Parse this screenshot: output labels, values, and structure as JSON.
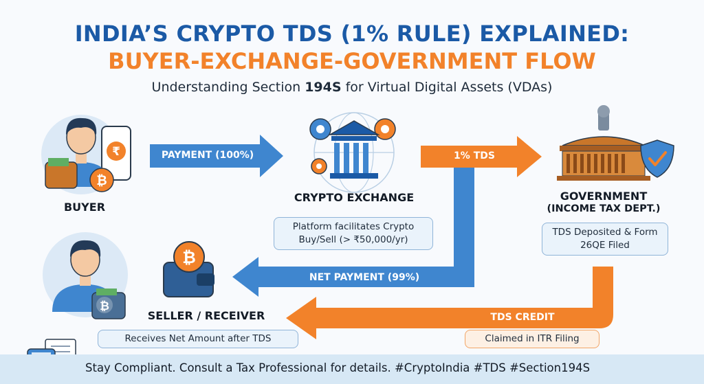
{
  "header": {
    "title_line1": "INDIA’S CRYPTO TDS (1% RULE) EXPLAINED:",
    "title_line2": "BUYER-EXCHANGE-GOVERNMENT FLOW",
    "subtitle_pre": "Understanding Section ",
    "subtitle_bold": "194S",
    "subtitle_post": " for Virtual Digital Assets (VDAs)"
  },
  "nodes": {
    "buyer": {
      "label": "BUYER"
    },
    "exchange": {
      "label": "CRYPTO EXCHANGE",
      "note": "Platform facilitates Crypto Buy/Sell (> ₹50,000/yr)"
    },
    "government": {
      "label_line1": "GOVERNMENT",
      "label_line2": "(INCOME TAX DEPT.)",
      "note": "TDS Deposited & Form 26QE Filed"
    },
    "seller": {
      "label": "SELLER / RECEIVER",
      "note": "Receives Net Amount after TDS"
    }
  },
  "flows": {
    "payment": "PAYMENT (100%)",
    "tds": "1% TDS",
    "net_payment": "NET PAYMENT (99%)",
    "tds_credit": "TDS CREDIT",
    "tds_credit_note": "Claimed in ITR Filing"
  },
  "footer": {
    "text": "Stay Compliant. Consult a Tax Professional for details. #CryptoIndia #TDS #Section194S"
  },
  "icons": {
    "rupee_symbol": "₹",
    "bitcoin_symbol": "₿"
  },
  "colors": {
    "blue": "#1b5aa6",
    "arrow_blue": "#3f86cf",
    "orange": "#f2822a"
  }
}
